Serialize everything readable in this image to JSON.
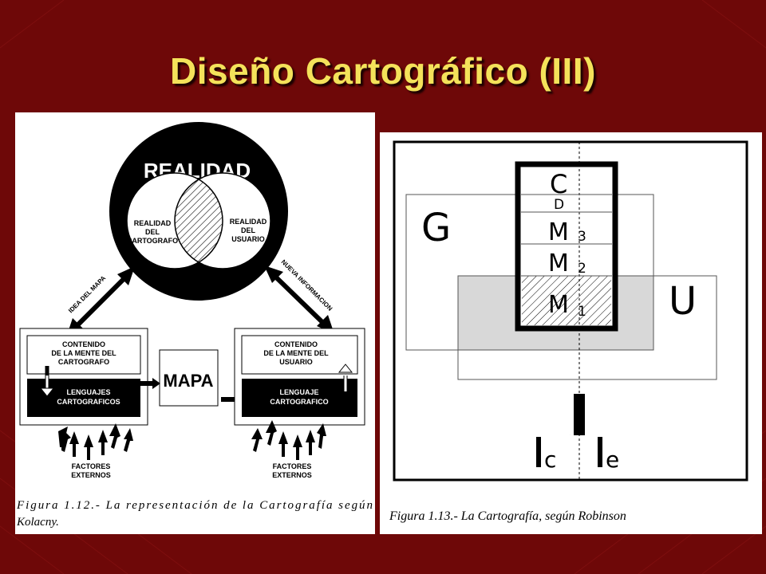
{
  "slide": {
    "title": "Diseño Cartográfico (III)"
  },
  "left_figure": {
    "realidad": "REALIDAD",
    "realidad_cartografo": [
      "REALIDAD",
      "DEL",
      "CARTOGRAFO"
    ],
    "realidad_usuario": [
      "REALIDAD",
      "DEL",
      "USUARIO"
    ],
    "idea_del_mapa": "IDEA DEL MAPA",
    "nueva_informacion": "NUEVA INFORMACION",
    "contenido_cartografo": [
      "CONTENIDO",
      "DE LA MENTE DEL",
      "CARTOGRAFO"
    ],
    "contenido_usuario": [
      "CONTENIDO",
      "DE LA MENTE DEL",
      "USUARIO"
    ],
    "lenguajes": [
      "LENGUAJES",
      "CARTOGRAFICOS"
    ],
    "lenguaje": [
      "LENGUAJE",
      "CARTOGRAFICO"
    ],
    "mapa": "MAPA",
    "factores_left": [
      "FACTORES",
      "EXTERNOS"
    ],
    "factores_right": [
      "FACTORES",
      "EXTERNOS"
    ],
    "caption_line1": "Figura 1.12.- La representación de la Cartografía según",
    "caption_line2": "Kolacny."
  },
  "right_figure": {
    "label_g": "G",
    "label_u": "U",
    "label_c": "C",
    "label_d": "D",
    "label_m3": "M",
    "sub_3": "3",
    "label_m2": "M",
    "sub_2": "2",
    "label_m1": "M",
    "sub_1": "1",
    "label_i": "I",
    "label_ic": "I",
    "sub_c": "c",
    "label_ie": "I",
    "sub_e": "e",
    "caption": "Figura 1.13.- La Cartografía, según Robinson"
  },
  "colors": {
    "background": "#6e0808",
    "title": "#f4e25a",
    "panel": "#ffffff"
  }
}
